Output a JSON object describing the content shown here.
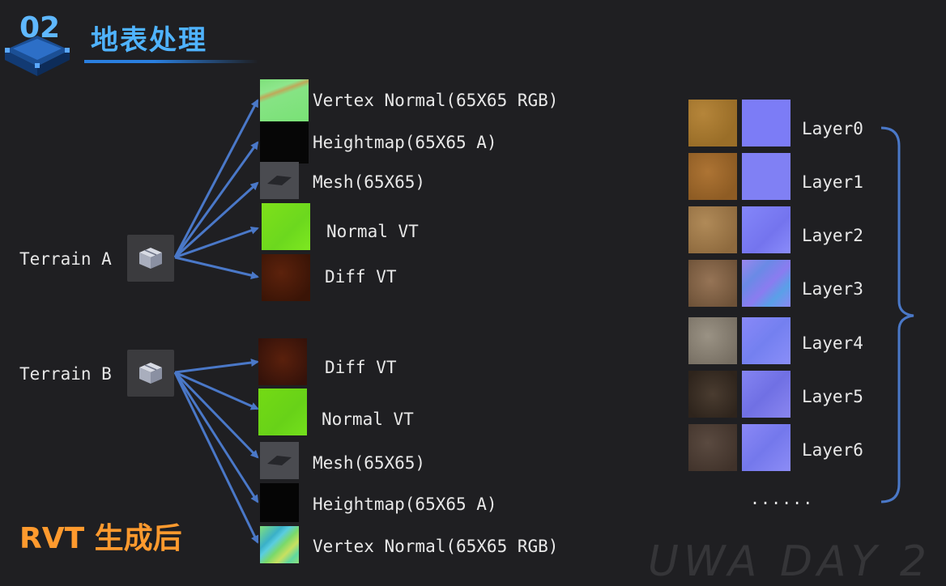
{
  "title": "地表处理",
  "footer_label": "RVT 生成后",
  "watermark": "UWA DAY 2",
  "ellipsis": "......",
  "colors": {
    "title": "#4fb3ff",
    "accent_orange": "#ff9a2e",
    "arrow": "#4a78c8",
    "brace": "#4a78c8",
    "background": "#1f1f22"
  },
  "terrain_a": {
    "label": "Terrain A",
    "icon": "package-box-icon",
    "outputs": [
      {
        "label": "Vertex Normal(65X65 RGB)",
        "texture": "vertex-normal-green"
      },
      {
        "label": "Heightmap(65X65 A)",
        "texture": "heightmap-black"
      },
      {
        "label": "Mesh(65X65)",
        "texture": "mesh-plane"
      },
      {
        "label": "Normal VT",
        "texture": "normal-vt-lime"
      },
      {
        "label": "Diff VT",
        "texture": "diff-vt-brown"
      }
    ]
  },
  "terrain_b": {
    "label": "Terrain B",
    "icon": "package-box-icon",
    "outputs": [
      {
        "label": "Diff VT",
        "texture": "diff-vt-brown"
      },
      {
        "label": "Normal VT",
        "texture": "normal-vt-lime"
      },
      {
        "label": "Mesh(65X65)",
        "texture": "mesh-plane"
      },
      {
        "label": "Heightmap(65X65 A)",
        "texture": "heightmap-black"
      },
      {
        "label": "Vertex Normal(65X65 RGB)",
        "texture": "vertex-normal-gradient"
      }
    ]
  },
  "layers": [
    {
      "name": "Layer0",
      "diffuse": "#a87a2c",
      "normal": "#7c7cf6"
    },
    {
      "name": "Layer1",
      "diffuse": "#a06a2c",
      "normal": "#8080f4"
    },
    {
      "name": "Layer2",
      "diffuse": "#a07a48",
      "normal": "#7e7ef8"
    },
    {
      "name": "Layer3",
      "diffuse": "#87684a",
      "normal": "#7c80f0"
    },
    {
      "name": "Layer4",
      "diffuse": "#8a8276",
      "normal": "#7c80f6"
    },
    {
      "name": "Layer5",
      "diffuse": "#3e3228",
      "normal": "#7c7cee"
    },
    {
      "name": "Layer6",
      "diffuse": "#4e4038",
      "normal": "#7e80f2"
    }
  ]
}
